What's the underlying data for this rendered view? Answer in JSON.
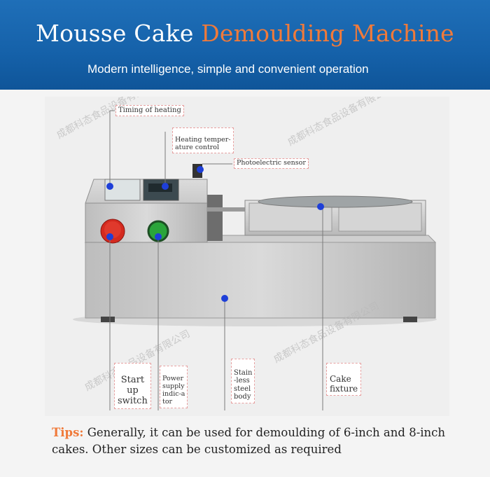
{
  "header": {
    "title_part1": "Mousse Cake",
    "title_part2": "Demoulding Machine",
    "subtitle": "Modern intelligence, simple and convenient operation"
  },
  "labels": {
    "timing": "Timing of heating",
    "heating_temp": "Heating temper-\nature control",
    "photo_sensor": "Photoelectric sensor",
    "start_switch": "Start\nup\nswitch",
    "power_indicator": "Power\nsupply\nindic-a\ntor",
    "steel_body": "Stain\n-less\nsteel\nbody",
    "cake_fixture": "Cake\nfixture"
  },
  "tips": {
    "key": "Tips:",
    "text": " Generally, it can be used for demoulding of 6-inch and 8-inch cakes. Other sizes can be customized as required"
  },
  "colors": {
    "header_blue": "#1561a9",
    "accent_orange": "#f07a3a",
    "marker_blue": "#1e3fd8"
  }
}
